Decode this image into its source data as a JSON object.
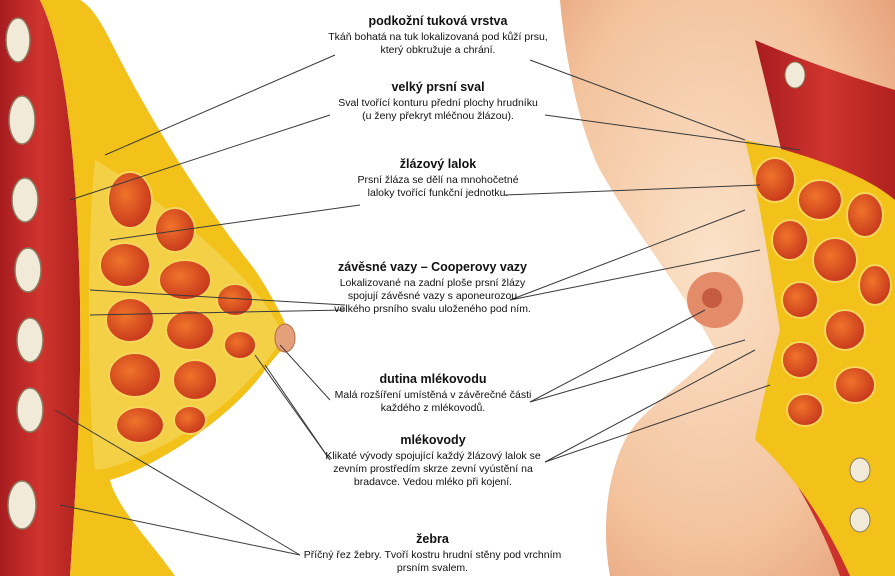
{
  "labels": [
    {
      "title": "podkožní tuková vrstva",
      "desc": "Tkáň bohatá na tuk lokalizovaná pod kůží prsu, který obkružuje a chrání."
    },
    {
      "title": "velký prsní sval",
      "desc": "Sval tvořící konturu přední plochy hrudníku (u ženy překryt mléčnou žlázou)."
    },
    {
      "title": "žlázový lalok",
      "desc": "Prsní žláza se dělí na mnohočetné laloky tvořící funkční jednotku."
    },
    {
      "title": "závěsné vazy – Cooperovy vazy",
      "desc": "Lokalizované na zadní ploše prsní žlázy spojují závěsné vazy s aponeurozou velkého prsního svalu uloženého pod ním."
    },
    {
      "title": "dutina mlékovodu",
      "desc": "Malá rozšíření umístěná v závěrečné části každého z mlékovodů."
    },
    {
      "title": "mlékovody",
      "desc": "Klikaté vývody spojující každý žlázový lalok se zevním prostředím skrze zevní vyústění na bradavce. Vedou mléko při kojení."
    },
    {
      "title": "žebra",
      "desc": "Příčný řez žebry. Tvoří kostru hrudní stěny pod vrchním prsním svalem."
    }
  ],
  "colors": {
    "muscle": "#c0282a",
    "fat": "#f2c21a",
    "lobule": "#d8431a",
    "skin": "#f4c9a6",
    "leader": "#3a3a3a"
  }
}
